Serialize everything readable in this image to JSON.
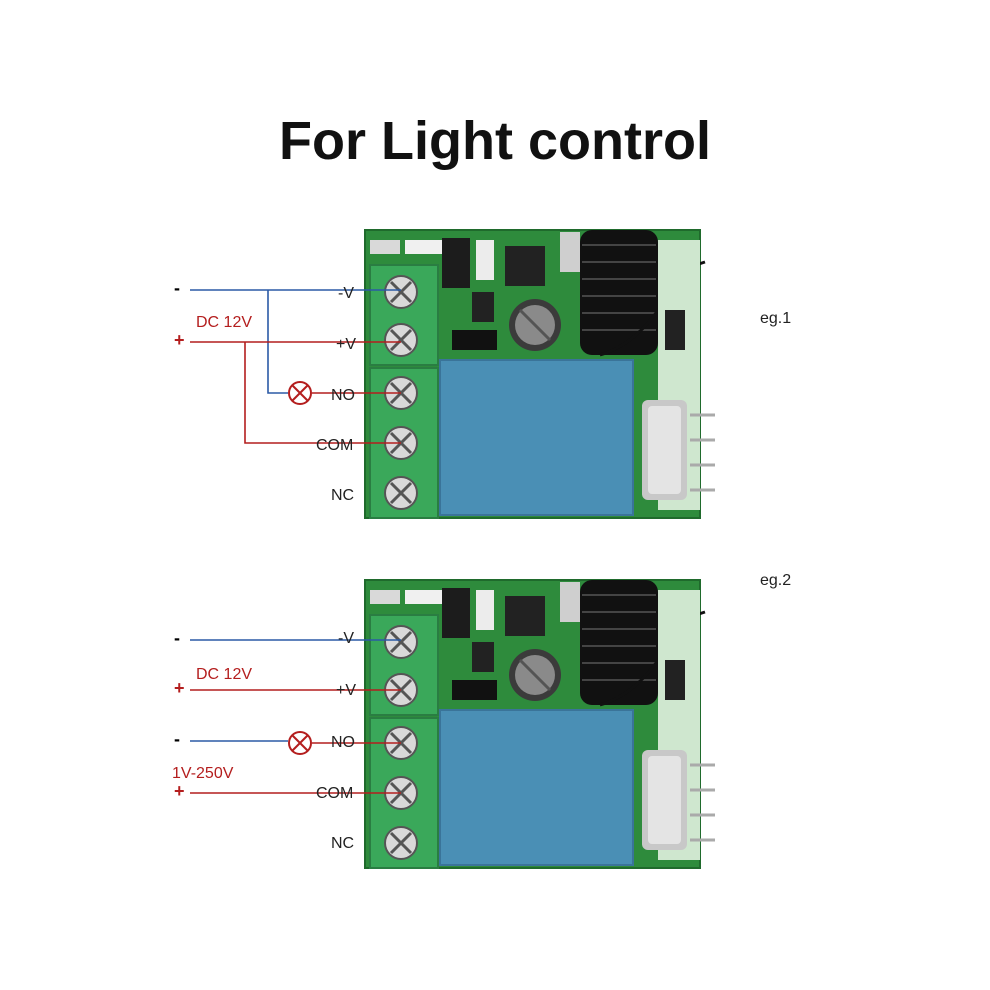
{
  "title": "For Light control",
  "terminals": [
    "-V",
    "+V",
    "NO",
    "COM",
    "NC"
  ],
  "colors": {
    "negative_wire": "#2b5aa6",
    "positive_wire": "#b41e1e",
    "pcb": "#2e8b3c",
    "terminal_block": "#3aa85a",
    "relay": "#4a8fb5"
  },
  "examples": [
    {
      "label": "eg.1",
      "supply_label": "DC 12V",
      "signs": {
        "row1": "-",
        "row2": "+"
      }
    },
    {
      "label": "eg.2",
      "supply_label": "DC 12V",
      "load_supply_label": "1V-250V",
      "signs": {
        "row1": "-",
        "row2": "+",
        "row3": "-",
        "row4": "+"
      }
    }
  ]
}
